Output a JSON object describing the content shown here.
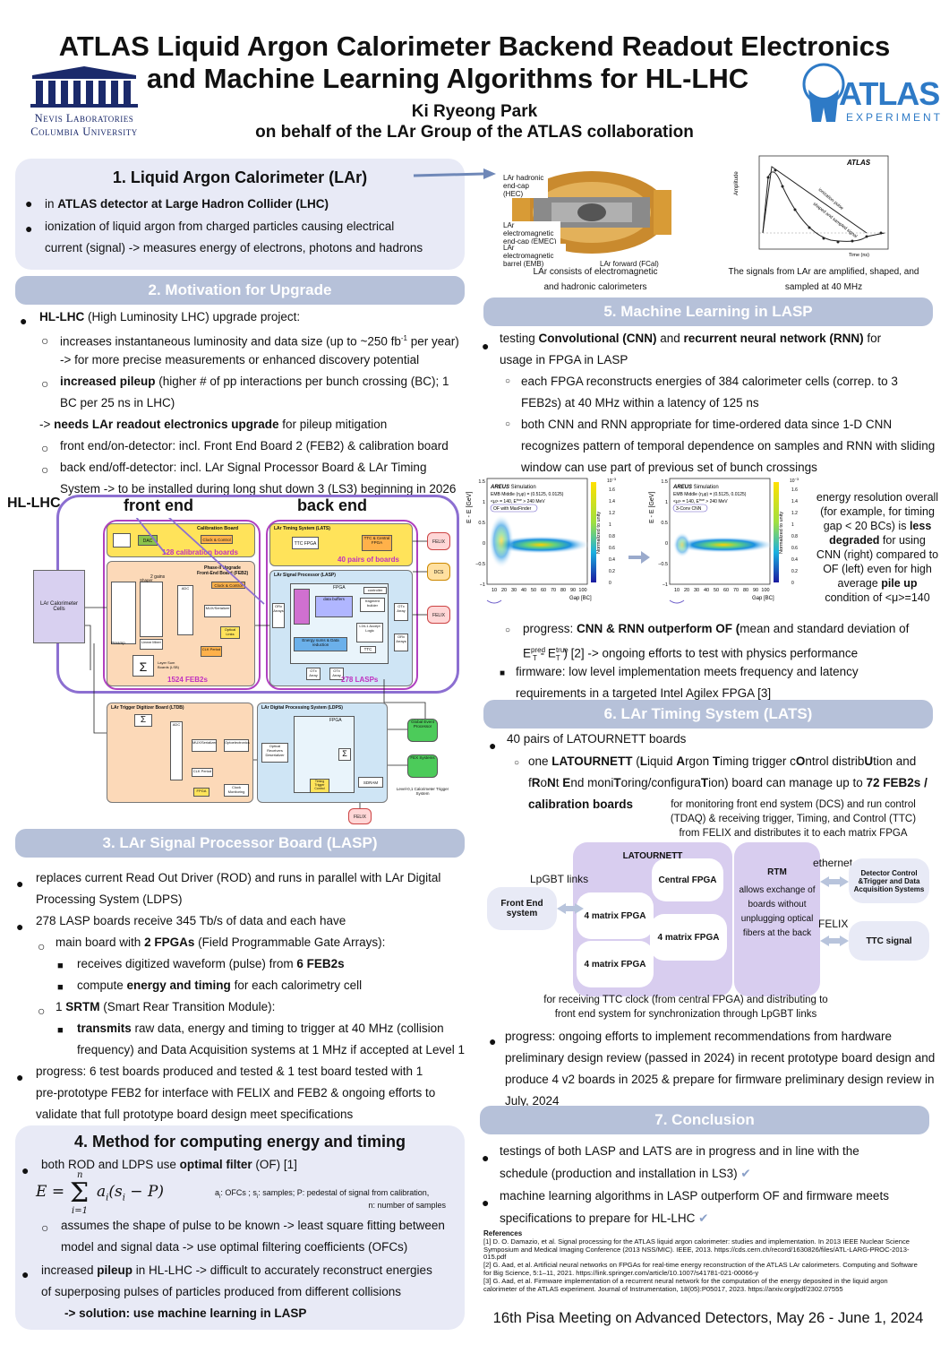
{
  "header": {
    "title_line1": "ATLAS Liquid Argon Calorimeter Backend Readout Electronics",
    "title_line2": "and Machine Learning Algorithms for HL-LHC",
    "author": "Ki Ryeong Park",
    "affiliation": "on behalf of the LAr Group of the ATLAS collaboration",
    "nevis_line1": "Nevis Laboratories",
    "nevis_line2": "Columbia University",
    "atlas_logo_text": "ATLAS",
    "atlas_logo_sub": "EXPERIMENT"
  },
  "s1": {
    "title": "1. Liquid Argon Calorimeter (LAr)",
    "b1_pre": "in ",
    "b1_bold": "ATLAS detector at Large Hadron Collider (LHC)",
    "b2a": "ionization of liquid argon from charged particles causing electrical",
    "b2b": "current (signal)  -> measures energy of electrons, photons and hadrons"
  },
  "fig_top": {
    "cap1a": "LAr consists of electromagnetic",
    "cap1b": "and hadronic calorimeters",
    "cap2a": "The signals from LAr are amplified, shaped, and",
    "cap2b": "sampled at 40 MHz",
    "lbl_hec": "LAr hadronic end-cap (HEC)",
    "lbl_emec": "LAr electromagnetic end-cap (EMEC)",
    "lbl_emb": "LAr electromagnetic barrel (EMB)",
    "lbl_fcal": "LAr forward (FCal)",
    "pulse_title": "ATLAS",
    "pulse_ylabel": "Amplitude",
    "pulse_xlabel": "Time (ns)",
    "pulse_triangle": "ionization pulse",
    "pulse_shaped": "shaped and sampled signal"
  },
  "s2": {
    "title": "2. Motivation for Upgrade",
    "l1_bold": "HL-LHC",
    "l1_rest": " (High Luminosity LHC) upgrade project:",
    "l2": "increases instantaneous luminosity and data size (up to ~250  fb",
    "l2_sup": "-1",
    "l2_end": " per year)",
    "l3": "-> for more precise measurements or enhanced discovery potential",
    "l4_bold": "increased pileup",
    "l4_rest": " (higher # of pp interactions per bunch crossing (BC); 1",
    "l5": "BC per 25 ns in LHC)",
    "l6_pre": "-> ",
    "l6_bold": "needs LAr readout electronics upgrade",
    "l6_rest": " for pileup mitigation",
    "l7": "front end/on-detector: incl. Front End Board 2 (FEB2) & calibration board",
    "l8": "back end/off-detector: incl. LAr Signal Processor Board & LAr Timing",
    "l9": "System -> to be installed during long shut down 3 (LS3) beginning in 2026"
  },
  "arch": {
    "hl_lhc": "HL-LHC",
    "front_end": "front end",
    "back_end": "back end",
    "calib_board": "Calibration Board",
    "dac": "DAC",
    "clock_control": "Clock & Control",
    "calib_count": "128 calibration boards",
    "feb2_title1": "Phase-II Upgrade",
    "feb2_title2": "Front-End Board (FEB2)",
    "gains": "2 gains",
    "shaper": "Shaper",
    "preamp": "Preamp",
    "linear_mixer": "Linear Mixer",
    "layer_sum": "Layer Sum Boards (LSB)",
    "adc": "ADC",
    "mux": "MUX/Serializer",
    "optical_links": "Optical Links",
    "clk_period": "CLK Period",
    "feb2_count": "1524 FEB2s",
    "lar_cells": "LAr Calorimeter Cells",
    "lats_title": "LAr Timing System (LATS)",
    "ttc_fpga": "TTC FPGA",
    "ttc_central": "TTC & Central FPGA",
    "lats_count": "40 pairs of  boards",
    "felix": "FELIX",
    "dcs": "DCS",
    "lasp_title": "LAr Signal Processor (LASP)",
    "fpga": "FPGA",
    "controller": "controller",
    "data_buffers": "data buffers",
    "fragment_builder": "fragment builder",
    "energy_sums": "Energy sums & Data reduction",
    "l0_accept": "L0/L1 Accept Logic",
    "ttc": "TTC",
    "orx_arrays": "ORx Arrays",
    "otx_array": "OTx Array",
    "lasp_count": "278 LASPs",
    "ltdb_title": "LAr Trigger Digitizer Board (LTDB)",
    "ldps_title": "LAr Digital Processing System (LDPS)",
    "sdram": "SDRAM",
    "global_event": "Global Event Processor",
    "fex": "FEX Systems",
    "l0_trigger": "Level-0,1 Calorimeter Trigger System",
    "timing_trigger": "Timing Trigger Control",
    "optical_receivers": "Optical Receivers Deserializer",
    "opto": "Optoelectronics",
    "fpga_cells": "FPGA",
    "clock_mon": "Clock Monitoring"
  },
  "s3": {
    "title": "3. LAr Signal Processor Board (LASP)",
    "l1": "replaces current Read Out Driver (ROD) and runs in parallel with LAr Digital",
    "l2": "Processing System (LDPS)",
    "l3": "278 LASP boards receive 345 Tb/s of data and each have",
    "l4_pre": "main board with ",
    "l4_bold": "2 FPGAs",
    "l4_rest": " (Field Programmable Gate Arrays):",
    "l5_pre": "receives digitized waveform (pulse) from ",
    "l5_bold": "6 FEB2s",
    "l6_pre": "compute ",
    "l6_bold": "energy and timing",
    "l6_rest": " for each calorimetry cell",
    "l7_pre": "1 ",
    "l7_bold": "SRTM",
    "l7_rest": " (Smart Rear Transition Module):",
    "l8_bold": "transmits",
    "l8_rest": " raw data, energy and timing to trigger at 40 MHz (collision",
    "l9": "frequency) and Data Acquisition systems at 1 MHz if accepted at Level 1",
    "l10": "progress: 6 test boards produced and tested & 1 test board tested with 1",
    "l11": "pre-prototype FEB2 for interface with FELIX and FEB2 & ongoing efforts to",
    "l12": "validate that full prototype board design meet specifications"
  },
  "s4": {
    "title": "4. Method for computing energy and timing",
    "l1_pre": "both ROD and LDPS use ",
    "l1_bold": "optimal filter",
    "l1_rest": " (OF) [1]",
    "eq_lhs": "E = ",
    "eq_sum_top": "n",
    "eq_sum_bot": "i=1",
    "eq_rhs": "a",
    "eq_rhs_i": "i",
    "eq_paren": "(s",
    "eq_paren2": " − P)",
    "note1": "a",
    "note1_sub": "i",
    "note1_rest": ": OFCs ; s",
    "note1_sub2": "i",
    "note1_end": ": samples; P: pedestal of signal from calibration,",
    "note2": "n: number of samples",
    "l2": "assumes the shape of pulse to be known -> least square fitting between",
    "l3": "model and signal data -> use optimal filtering coefficients (OFCs)",
    "l4_pre": "increased ",
    "l4_bold": "pileup",
    "l4_rest": "  in HL-LHC -> difficult to accurately reconstruct energies",
    "l5": "of  superposing pulses of particles produced from different collisions",
    "l6": "-> solution: use machine learning in LASP"
  },
  "s5": {
    "title": "5. Machine Learning in LASP",
    "l1_pre": "testing ",
    "l1_bold1": "Convolutional (CNN)",
    "l1_mid": " and ",
    "l1_bold2": "recurrent neural network (RNN)",
    "l1_rest": " for",
    "l2": "usage in FPGA in LASP",
    "l3": "each FPGA reconstructs energies of 384 calorimeter cells (correp. to 3",
    "l4": "FEB2s) at 40 MHz within a latency of 125 ns",
    "l5": "both CNN and RNN appropriate for time-ordered data since 1-D CNN",
    "l6": "recognizes pattern of temporal dependence on samples and RNN with sliding",
    "l7": "window can use part of previous set of bunch crossings",
    "side1": "energy resolution overall",
    "side2": "(for example, for timing",
    "side3a": "gap < 20 BCs) is ",
    "side3b": "less",
    "side4": "degraded",
    "side4b": " for using",
    "side5": "CNN (right) compared to",
    "side6": "OF (left)  even for high",
    "side7a": "average ",
    "side7b": "pile up",
    "side8": "condition of <μ>=140",
    "p1_pre": "progress: ",
    "p1_bold": "CNN & RNN outperform OF (",
    "p1_rest": "mean and standard deviation of",
    "p2_e": "E",
    "p2_sup1": "pred",
    "p2_sub1": "T",
    "p2_mid": " - E",
    "p2_sup2": "true",
    "p2_sub2": "T",
    "p2_rest": " )  [2]  -> ongoing efforts to test with physics performance",
    "p3": "firmware: low level implementation meets frequency and latency",
    "p4": "requirements in a targeted Intel Agilex FPGA  [3]"
  },
  "heatmaps": {
    "areus": "AREUS",
    "sim": " Simulation",
    "emb": "EMB Middle (η,φ) = (0.5125, 0.0125)",
    "mu": "<μ> = 140, E",
    "mu_sup": "true",
    "mu_end": " > 240 MeV",
    "of_label": "OF with MaxFinder",
    "cnn_label": "3-Conv CNN",
    "ylabel": "E",
    "ylabel_rest": " - E",
    "ylabel_unit": " [GeV]",
    "xlabel": "Gap [BC]",
    "zlabel": "Normalized to unity",
    "yticks": [
      "1.5",
      "1",
      "0.5",
      "0",
      "−0.5",
      "−1"
    ],
    "xticks": [
      "10",
      "20",
      "30",
      "40",
      "50",
      "60",
      "70",
      "80",
      "90",
      "100"
    ],
    "zticks": [
      "1.6",
      "1.4",
      "1.2",
      "1",
      "0.8",
      "0.6",
      "0.4",
      "0.2",
      "0"
    ],
    "zmax": "10",
    "zmax_sup": "−3"
  },
  "s6": {
    "title": "6. LAr Timing System (LATS)",
    "l1": "40 pairs of LATOURNETT boards",
    "l2_pre": "one ",
    "l2_bold": "LATOURNETT",
    "l2_p1": " (",
    "l2_L": "L",
    "l2_iquid": "iquid ",
    "l2_A": "A",
    "l2_rgon": "rgon ",
    "l2_T": "T",
    "l2_iming": "iming trigger c",
    "l2_O": "O",
    "l2_ntrol": "ntrol distrib",
    "l2_U": "U",
    "l2_tion": "tion and",
    "l3_f": "f",
    "l3_R": "R",
    "l3_o": "o",
    "l3_N": "N",
    "l3_t": "t ",
    "l3_E": "E",
    "l3_nd": "nd moni",
    "l3_T": "T",
    "l3_oring": "oring/configura",
    "l3_T2": "T",
    "l3_ion": "ion) board can manage up to ",
    "l3_bold": "72 FEB2s /",
    "l4_bold": "calibration boards",
    "top_note1": "for monitoring front end system (DCS) and run control",
    "top_note2": "(TDAQ) & receiving trigger, Timing, and Control (TTC)",
    "top_note3": "from FELIX and distributes it to each matrix FPGA",
    "latournett": "LATOURNETT",
    "central_fpga": "Central FPGA",
    "matrix1": "4 matrix FPGA",
    "matrix2": "4 matrix FPGA",
    "matrix3": "4 matrix FPGA",
    "rtm": "RTM",
    "rtm_desc1": "allows exchange of",
    "rtm_desc2": "boards without",
    "rtm_desc3": "unplugging optical",
    "rtm_desc4": "fibers at the back",
    "front_end1": "Front End",
    "front_end2": "system",
    "lpgbt": "LpGBT links",
    "ethernet": "ethernet",
    "felix": "FELIX",
    "dcs1": "Detector Control",
    "dcs2": "&Trigger and Data",
    "dcs3": "Acquisition Systems",
    "ttc_signal": "TTC signal",
    "bottom_note1": "for receiving TTC clock (from central FPGA) and distributing to",
    "bottom_note2": "front end system for synchronization through LpGBT links",
    "p1": "progress: ongoing efforts to implement recommendations from hardware",
    "p2": "preliminary design review (passed in 2024) in recent prototype board design and",
    "p3": "produce 4 v2 boards in 2025 & prepare for firmware preliminary design review in",
    "p4": "July, 2024"
  },
  "s7": {
    "title": "7. Conclusion",
    "l1": "testings of both LASP and LATS are in progress and in line with the",
    "l2": "schedule (production and installation in LS3) ",
    "l3": "machine learning algorithms in LASP outperform OF and firmware meets",
    "l4": "specifications to prepare for HL-LHC ",
    "check": "✔"
  },
  "refs": {
    "title": "References",
    "r1": "[1] D. O. Damazio, et al. Signal processing for the ATLAS liquid argon calorimeter: studies and implementation. In 2013 IEEE Nuclear Science Symposium and Medical Imaging Conference (2013 NSS/MIC). IEEE, 2013. https://cds.cern.ch/record/1630826/files/ATL-LARG-PROC-2013-015.pdf",
    "r2": "[2] G. Aad, et al. Artificial neural networks on FPGAs for real-time energy reconstruction of the ATLAS LAr calorimeters. Computing and Software for Big Science, 5:1–11, 2021. https://link.springer.com/article/10.1007/s41781-021-00066-y",
    "r3": "[3] G. Aad, et al. Firmware implementation of a recurrent neural network for the computation of the energy deposited in the liquid argon calorimeter of the ATLAS experiment. Journal of Instrumentation, 18(05):P05017, 2023. https://arxiv.org/pdf/2302.07555"
  },
  "footer": {
    "text": "16th Pisa Meeting on Advanced Detectors, May 26 - June 1, 2024"
  },
  "colors": {
    "header_bar": "#b6c1d9",
    "box_bg": "#e8eaf6",
    "purple": "#8c6fd1",
    "lats_node": "#d8cdef"
  }
}
